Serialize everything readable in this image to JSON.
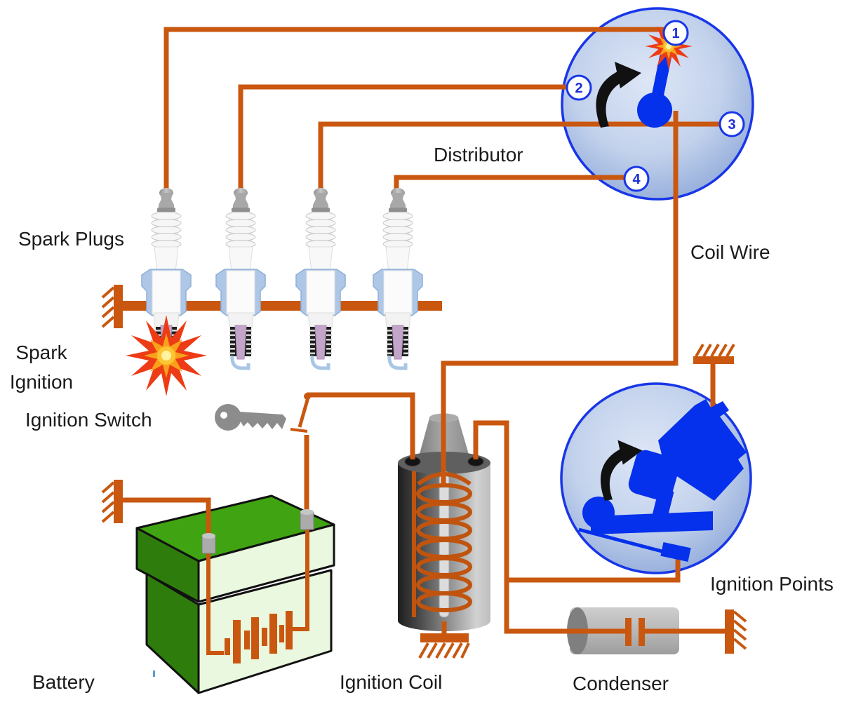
{
  "labels": {
    "distributor": "Distributor",
    "coil_wire": "Coil Wire",
    "spark_plugs": "Spark Plugs",
    "spark_ignition_line1": "Spark",
    "spark_ignition_line2": "Ignition",
    "ignition_switch": "Ignition Switch",
    "battery": "Battery",
    "ignition_coil": "Ignition Coil",
    "condenser": "Condenser",
    "ignition_points": "Ignition Points"
  },
  "distributor_terminals": [
    "1",
    "2",
    "3",
    "4"
  ],
  "spark_plug_count": 4,
  "colors": {
    "wire_orange": "#C9570F",
    "component_blue": "#0530EC",
    "circle_border_blue": "#1836E8",
    "circle_fill_light": "#D7E1F4",
    "circle_fill_dark": "#8BA6D8",
    "battery_top_green": "#3FA312",
    "battery_side_green": "#2E7D0C",
    "battery_front_pale": "#E9F8DE",
    "metal_gray": "#BDBDBD",
    "key_gray": "#8C8C8C",
    "spark_red": "#ED3B15",
    "spark_orange": "#F9A11B",
    "spark_yellow": "#FFEB8C",
    "plug_accent_blue": "#AFC7E6",
    "plug_insulator_purple": "#C4A5CA",
    "text_color": "#1B1B1B"
  }
}
